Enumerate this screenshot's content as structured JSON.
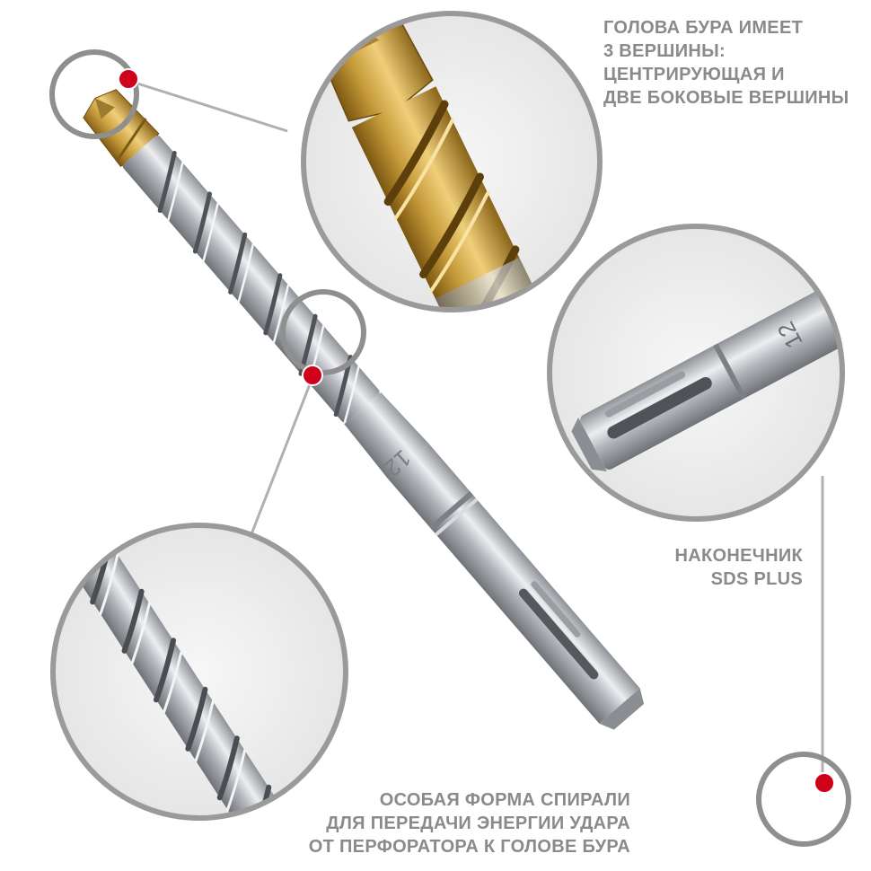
{
  "captions": {
    "head": {
      "lines": [
        "ГОЛОВА БУРА ИМЕЕТ",
        "3 ВЕРШИНЫ:",
        "ЦЕНТРИРУЮЩАЯ И",
        "ДВЕ БОКОВЫЕ ВЕРШИНЫ"
      ]
    },
    "shank": {
      "lines": [
        "НАКОНЕЧНИК",
        "SDS PLUS"
      ]
    },
    "spiral": {
      "lines": [
        "ОСОБАЯ ФОРМА СПИРАЛИ",
        "ДЛЯ ПЕРЕДАЧИ ЭНЕРГИИ УДАРА",
        "ОТ ПЕРФОРАТОРА К ГОЛОВЕ БУРА"
      ]
    }
  },
  "bit_marking": "12",
  "shank_marking": "12",
  "colors": {
    "caption_text": "#8a8a8a",
    "marker_dot": "#d0021b",
    "ring_stroke": "#9a9a9a",
    "callout_line": "#b0b0b0",
    "steel": "#b9bcc0",
    "carbide_tip": "#c9a24a"
  },
  "icons": {
    "marker": "red-dot-marker"
  }
}
